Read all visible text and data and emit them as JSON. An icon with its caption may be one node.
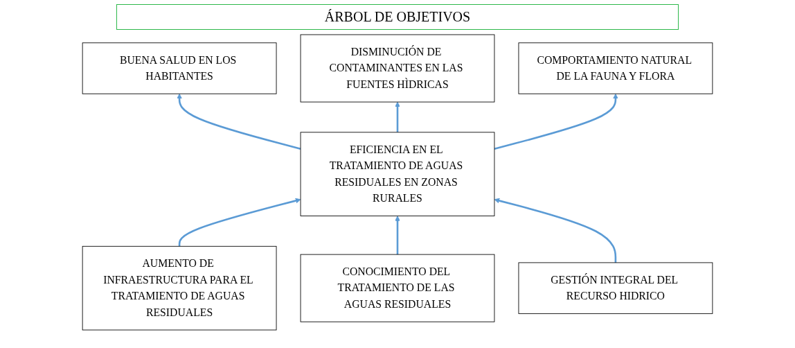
{
  "diagram": {
    "title": "ÁRBOL DE OBJETIVOS",
    "nodes": [
      {
        "text": [
          "BUENA SALUD EN LOS HABITANTES"
        ]
      },
      {
        "text": [
          "DISMINUCIÓN DE CONTAMINANTES EN LAS FUENTES HÌDRICAS"
        ]
      },
      {
        "text": [
          "COMPORTAMIENTO NATURAL DE LA FAUNA Y FLORA"
        ]
      },
      {
        "text": [
          "EFICIENCIA EN EL TRATAMIENTO DE AGUAS RESIDUALES EN ZONAS RURALES"
        ]
      },
      {
        "text": [
          "AUMENTO DE INFRAESTRUCTURA PARA EL TRATAMIENTO DE AGUAS RESIDUALES"
        ]
      },
      {
        "text": [
          "CONOCIMIENTO DEL TRATAMIENTO DE LAS AGUAS RESIDUALES"
        ]
      },
      {
        "text": [
          "GESTIÓN INTEGRAL DEL RECURSO HIDRICO"
        ]
      }
    ],
    "edges": [
      {
        "from": 3,
        "to": 0,
        "arrow": "to"
      },
      {
        "from": 3,
        "to": 1,
        "arrow": "to"
      },
      {
        "from": 3,
        "to": 2,
        "arrow": "to"
      },
      {
        "from": 4,
        "to": 3,
        "arrow": "to"
      },
      {
        "from": 5,
        "to": 3,
        "arrow": "to"
      },
      {
        "from": 6,
        "to": 3,
        "arrow": "to"
      }
    ]
  }
}
